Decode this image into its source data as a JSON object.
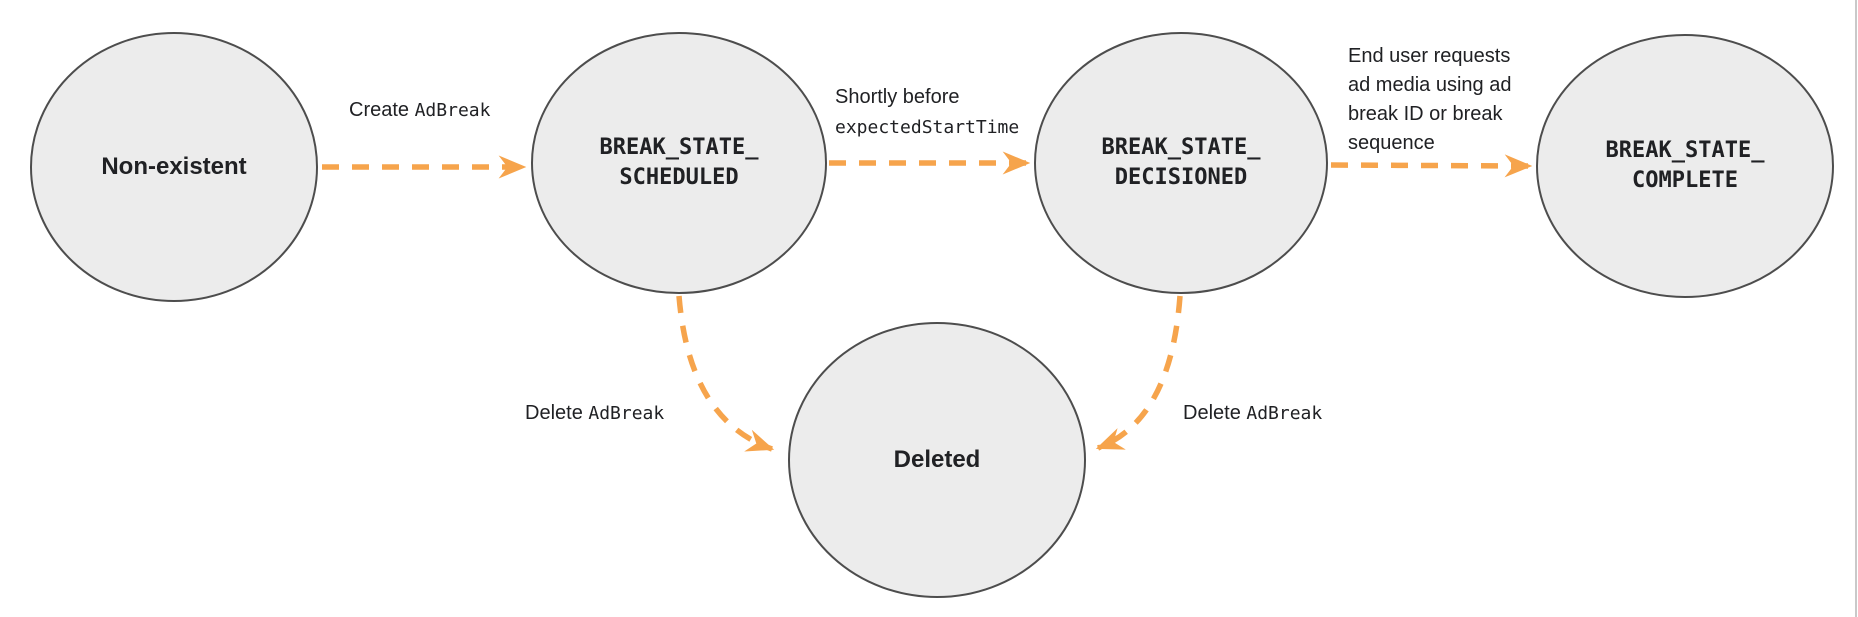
{
  "diagram": {
    "type": "state-machine",
    "states": [
      {
        "id": "non-existent",
        "label": "Non-existent",
        "kind": "plain"
      },
      {
        "id": "break-state-scheduled",
        "label": "BREAK_STATE_\nSCHEDULED",
        "kind": "code"
      },
      {
        "id": "break-state-decisioned",
        "label": "BREAK_STATE_\nDECISIONED",
        "kind": "code"
      },
      {
        "id": "break-state-complete",
        "label": "BREAK_STATE_\nCOMPLETE",
        "kind": "code"
      },
      {
        "id": "deleted",
        "label": "Deleted",
        "kind": "plain"
      }
    ],
    "transitions": [
      {
        "from": "non-existent",
        "to": "break-state-scheduled",
        "label_prefix": "Create ",
        "label_code": "AdBreak"
      },
      {
        "from": "break-state-scheduled",
        "to": "break-state-decisioned",
        "label_prefix": "Shortly before\n",
        "label_code": "expectedStartTime"
      },
      {
        "from": "break-state-decisioned",
        "to": "break-state-complete",
        "label": "End user requests\nad media using ad\nbreak ID or break\nsequence"
      },
      {
        "from": "break-state-scheduled",
        "to": "deleted",
        "label_prefix": "Delete ",
        "label_code": "AdBreak"
      },
      {
        "from": "break-state-decisioned",
        "to": "deleted",
        "label_prefix": "Delete ",
        "label_code": "AdBreak"
      }
    ]
  },
  "colors": {
    "arrow": "#F6A44C",
    "node_fill": "#ECECEC",
    "node_border": "#4D4D4D",
    "text": "#202124"
  }
}
